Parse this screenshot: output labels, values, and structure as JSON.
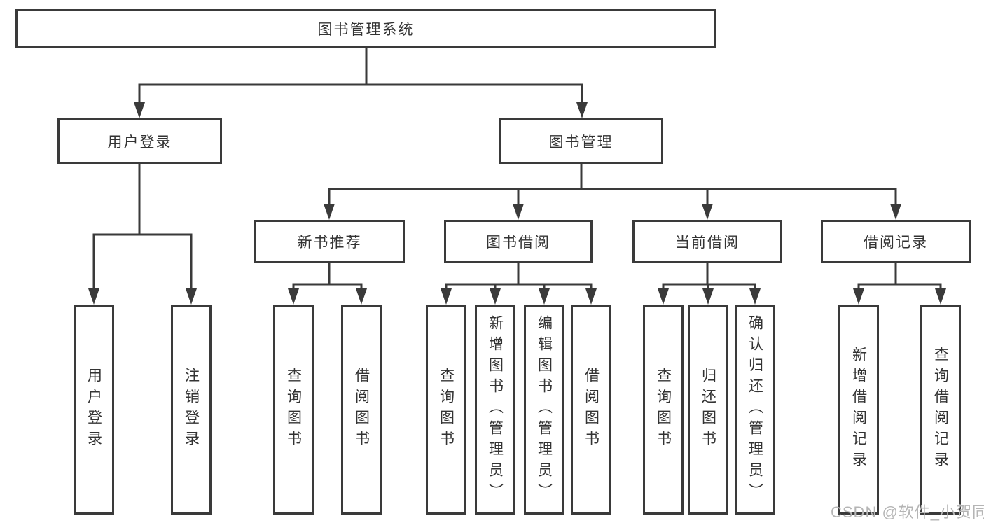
{
  "colors": {
    "line": "#3a3a3a",
    "text": "#333333",
    "watermark": "#b5b5b5",
    "background": "#ffffff"
  },
  "watermark": "CSDN @软件_小贺同学",
  "tree": {
    "label": "图书管理系统",
    "children": [
      {
        "label": "用户登录",
        "children": [
          {
            "label": "用户登录"
          },
          {
            "label": "注销登录"
          }
        ]
      },
      {
        "label": "图书管理",
        "children": [
          {
            "label": "新书推荐",
            "children": [
              {
                "label": "查询图书"
              },
              {
                "label": "借阅图书"
              }
            ]
          },
          {
            "label": "图书借阅",
            "children": [
              {
                "label": "查询图书"
              },
              {
                "label": "新增图书（管理员）"
              },
              {
                "label": "编辑图书（管理员）"
              },
              {
                "label": "借阅图书"
              }
            ]
          },
          {
            "label": "当前借阅",
            "children": [
              {
                "label": "查询图书"
              },
              {
                "label": "归还图书"
              },
              {
                "label": "确认归还（管理员）"
              }
            ]
          },
          {
            "label": "借阅记录",
            "children": [
              {
                "label": "新增借阅记录"
              },
              {
                "label": "查询借阅记录"
              }
            ]
          }
        ]
      }
    ]
  }
}
